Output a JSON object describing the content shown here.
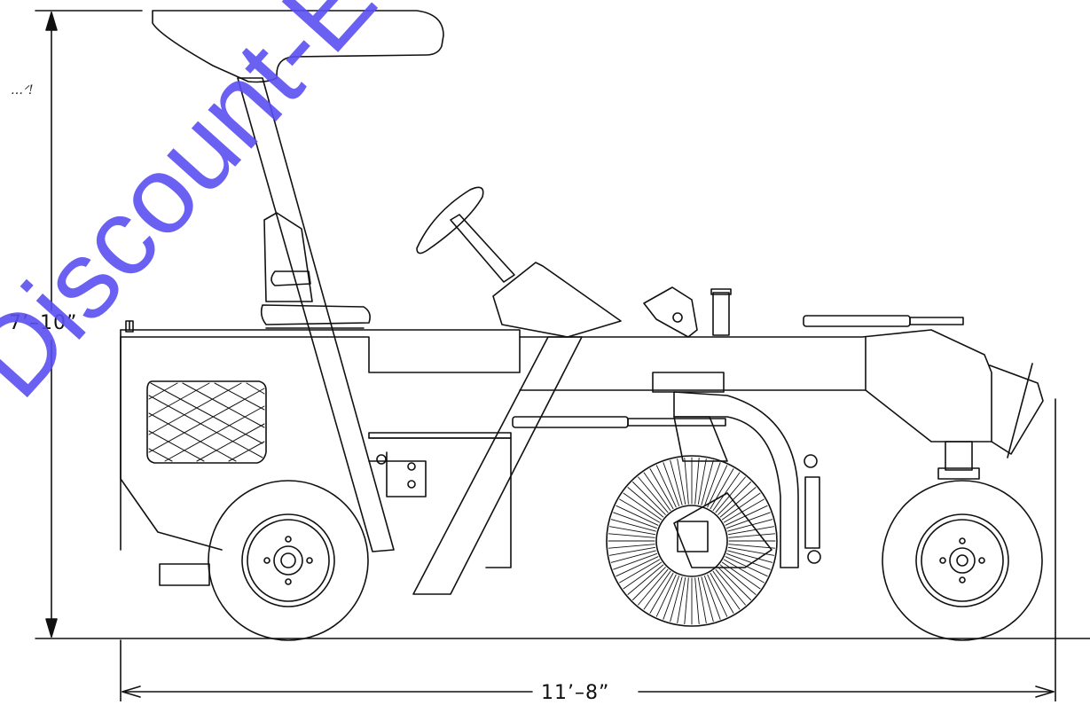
{
  "dimensions": {
    "overall_height": "7’–10”",
    "overall_length": "11’–8”"
  },
  "annotation": {
    "handwritten_mark": "…ᐟ!"
  },
  "watermark": {
    "text": "Discount-Equip",
    "color": "#5a4ff0"
  },
  "colors": {
    "line": "#111111",
    "background": "#ffffff"
  }
}
